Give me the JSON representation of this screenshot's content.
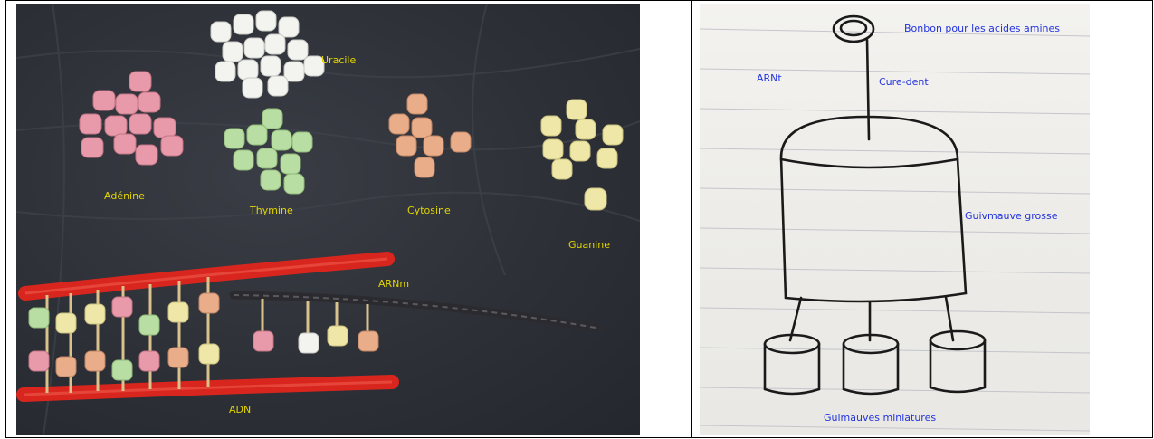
{
  "left_panel": {
    "labels": {
      "uracile": "Uracile",
      "adenine": "Adénine",
      "thymine": "Thymine",
      "cytosine": "Cytosine",
      "guanine": "Guanine",
      "arnm": "ARNm",
      "adn": "ADN"
    }
  },
  "right_panel": {
    "labels": {
      "bonbon": "Bonbon pour les acides amines",
      "arnt": "ARNt",
      "cure_dent": "Cure-dent",
      "guimauve_grosse": "Guivmauve grosse",
      "guimauves_miniatures": "Guimauves miniatures"
    }
  },
  "colors": {
    "label_yellow": "#e2d500",
    "label_blue": "#2233dd",
    "pink": "#e89aab",
    "white": "#f3f3f0",
    "green": "#b9dea3",
    "orange": "#e9ad89",
    "yellow": "#efe7a8",
    "licorice_red": "#d8261f",
    "licorice_black": "#2b2b2f"
  }
}
